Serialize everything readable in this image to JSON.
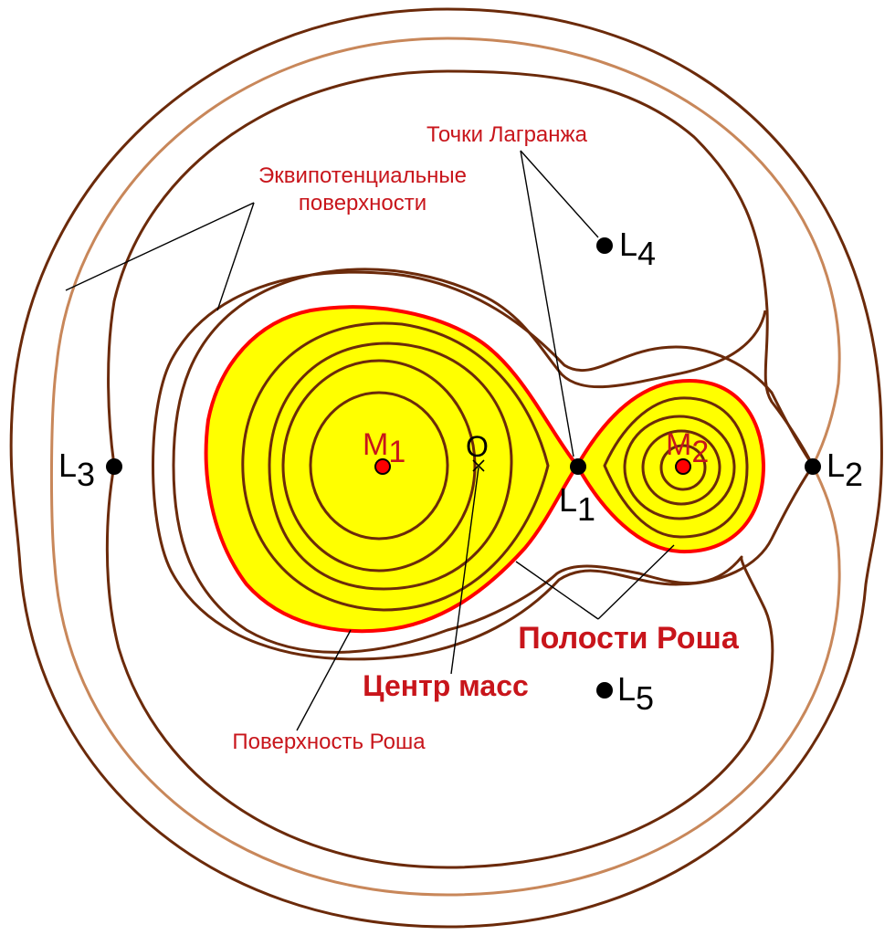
{
  "labels": {
    "lagrange_points": "Точки Лагранжа",
    "equipotential_line1": "Эквипотенциальные",
    "equipotential_line2": "поверхности",
    "roche_lobes": "Полости Роша",
    "center_of_mass": "Центр масс",
    "roche_surface": "Поверхность Роша",
    "origin": "O"
  },
  "points": {
    "L1": {
      "letter": "L",
      "sub": "1"
    },
    "L2": {
      "letter": "L",
      "sub": "2"
    },
    "L3": {
      "letter": "L",
      "sub": "3"
    },
    "L4": {
      "letter": "L",
      "sub": "4"
    },
    "L5": {
      "letter": "L",
      "sub": "5"
    },
    "M1": {
      "letter": "M",
      "sub": "1"
    },
    "M2": {
      "letter": "M",
      "sub": "2"
    }
  },
  "colors": {
    "lobe_fill": "#ffff00",
    "roche_surface": "#ff0000",
    "equipotential": "#6b2a0a",
    "equipotential_outer": "#c8875a",
    "label_red": "#c8151b",
    "point": "#000000"
  }
}
